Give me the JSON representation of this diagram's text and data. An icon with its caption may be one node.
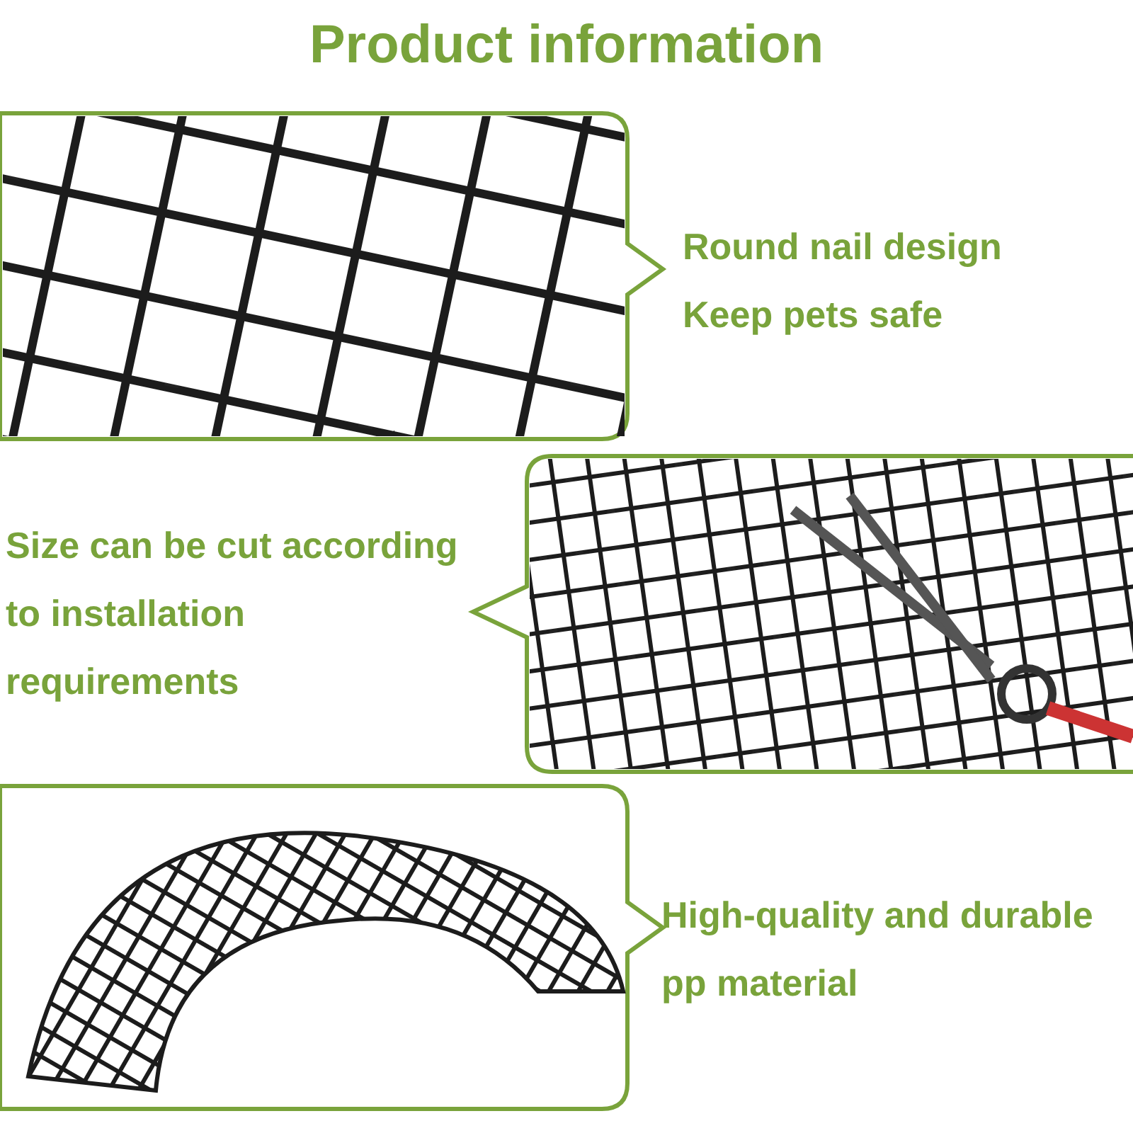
{
  "diagram": {
    "title": "Product information",
    "labels": [
      "Round nail design",
      "Keep pets safe",
      "Size can be cut according to installation requirements",
      "High-quality and durable pp material"
    ]
  }
}
